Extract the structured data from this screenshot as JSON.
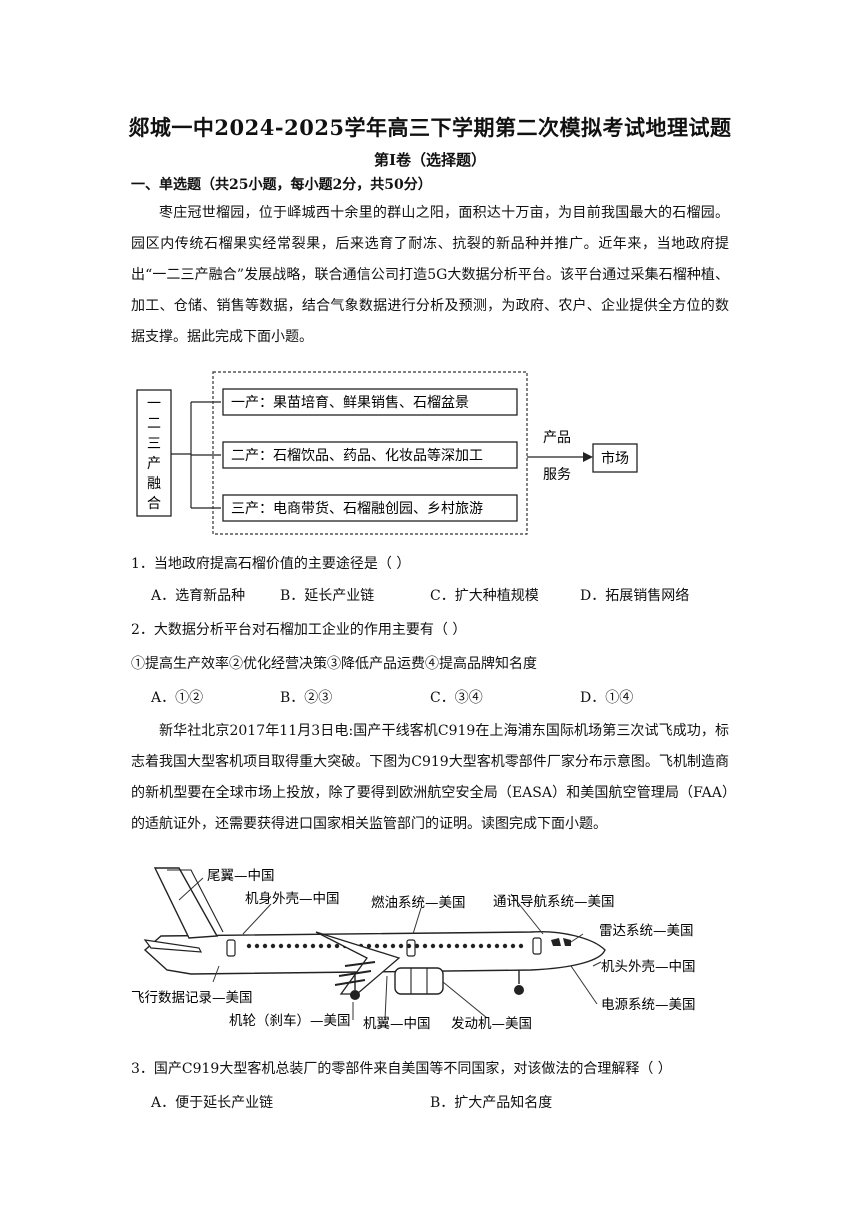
{
  "exam": {
    "title": "郯城一中2024-2025学年高三下学期第二次模拟考试地理试题",
    "part": "第Ⅰ卷（选择题）",
    "section": "一、单选题（共25小题，每小题2分，共50分）"
  },
  "passage1": "枣庄冠世榴园，位于峄城西十余里的群山之阳，面积达十万亩，为目前我国最大的石榴园。园区内传统石榴果实经常裂果，后来选育了耐冻、抗裂的新品种并推广。近年来，当地政府提出“一二三产融合”发展战略，联合通信公司打造5G大数据分析平台。该平台通过采集石榴种植、加工、仓储、销售等数据，结合气象数据进行分析及预测，为政府、农户、企业提供全方位的数据支撑。据此完成下面小题。",
  "diagram1": {
    "left_chars": [
      "一",
      "二",
      "三",
      "产",
      "融",
      "合"
    ],
    "box1": "一产：果苗培育、鲜果销售、石榴盆景",
    "box2": "二产：石榴饮品、药品、化妆品等深加工",
    "box3": "三产：电商带货、石榴融创园、乡村旅游",
    "arrow_top": "产品",
    "arrow_bottom": "服务",
    "market": "市场"
  },
  "q1": {
    "stem": "1．当地政府提高石榴价值的主要途径是（    ）",
    "A": "A．选育新品种",
    "B": "B．延长产业链",
    "C": "C．扩大种植规模",
    "D": "D．拓展销售网络"
  },
  "q2": {
    "stem": "2．大数据分析平台对石榴加工企业的作用主要有（    ）",
    "items": "①提高生产效率②优化经营决策③降低产品运费④提高品牌知名度",
    "A": "A．①②",
    "B": "B．②③",
    "C": "C．③④",
    "D": "D．①④"
  },
  "passage2": "新华社北京2017年11月3日电:国产干线客机C919在上海浦东国际机场第三次试飞成功，标志着我国大型客机项目取得重大突破。下图为C919大型客机零部件厂家分布示意图。飞机制造商的新机型要在全球市场上投放，除了要得到欧洲航空安全局（EASA）和美国航空管理局（FAA）的适航证外，还需要获得进口国家相关监管部门的证明。读图完成下面小题。",
  "diagram2": {
    "tail": "尾翼—中国",
    "fuselage": "机身外壳—中国",
    "fuel": "燃油系统—美国",
    "comm": "通讯导航系统—美国",
    "radar": "雷达系统—美国",
    "nose": "机头外壳—中国",
    "power": "电源系统—美国",
    "recorder": "飞行数据记录—美国",
    "wheels": "机轮（刹车）—美国",
    "wing": "机翼—中国",
    "engine": "发动机—美国"
  },
  "q3": {
    "stem": "3．国产C919大型客机总装厂的零部件来自美国等不同国家，对该做法的合理解释（    ）",
    "A": "A．便于延长产业链",
    "B": "B．扩大产品知名度"
  }
}
